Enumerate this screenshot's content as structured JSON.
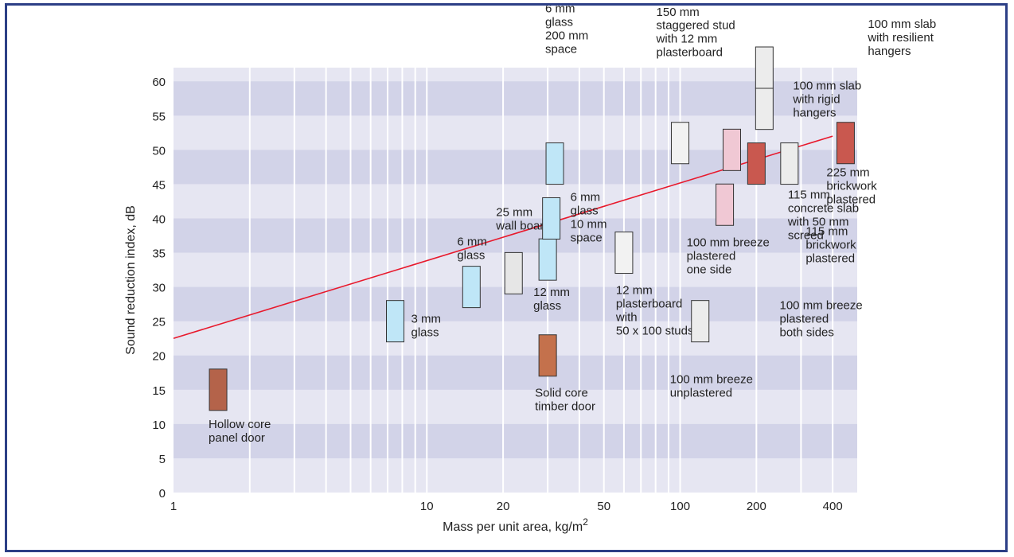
{
  "chart_data": {
    "type": "scatter",
    "xlabel": "Mass per unit area, kg/m",
    "xlabel_sup": "2",
    "ylabel": "Sound reduction index, dB",
    "xscale": "log",
    "xlim": [
      1,
      500
    ],
    "ylim": [
      0,
      62
    ],
    "x_ticks": [
      1,
      10,
      20,
      50,
      100,
      200,
      400
    ],
    "y_ticks": [
      0,
      5,
      10,
      15,
      20,
      25,
      30,
      35,
      40,
      45,
      50,
      55,
      60
    ],
    "grid": "banded",
    "trend_line": {
      "color": "#e8192c",
      "from": [
        1,
        22.5
      ],
      "to": [
        400,
        52
      ]
    },
    "points": [
      {
        "label": "Hollow core panel door",
        "lines": [
          "Hollow core",
          "panel door"
        ],
        "x": 1.5,
        "y": 15,
        "swatch": "#b4634a"
      },
      {
        "label": "3 mm glass",
        "lines": [
          "3 mm",
          "glass"
        ],
        "x": 7.5,
        "y": 25,
        "swatch": "#bfe6f7"
      },
      {
        "label": "6 mm glass",
        "lines": [
          "6 mm",
          "glass"
        ],
        "x": 15,
        "y": 30,
        "swatch": "#bfe6f7"
      },
      {
        "label": "25 mm wall board",
        "lines": [
          "25 mm",
          "wall board"
        ],
        "x": 22,
        "y": 32,
        "swatch": "#e6e6e6"
      },
      {
        "label": "12 mm glass",
        "lines": [
          "12 mm",
          "glass"
        ],
        "x": 30,
        "y": 34,
        "swatch": "#bfe6f7"
      },
      {
        "label": "6 mm glass 10 mm space",
        "lines": [
          "6 mm",
          "glass",
          "10 mm",
          "space"
        ],
        "x": 31,
        "y": 40,
        "swatch": "#bfe6f7"
      },
      {
        "label": "6 mm glass 200 mm space",
        "lines": [
          "6 mm",
          "glass",
          "200 mm",
          "space"
        ],
        "x": 32,
        "y": 48,
        "swatch": "#bfe6f7"
      },
      {
        "label": "Solid core timber door",
        "lines": [
          "Solid core",
          "timber door"
        ],
        "x": 30,
        "y": 20,
        "swatch": "#c4714c"
      },
      {
        "label": "12 mm plasterboard with 50 x 100 studs",
        "lines": [
          "12 mm",
          "plasterboard",
          "with",
          "50 x 100 studs"
        ],
        "x": 60,
        "y": 35,
        "swatch": "#f2f2f2"
      },
      {
        "label": "150 mm staggered stud with 12 mm plasterboard",
        "lines": [
          "150 mm",
          "staggered stud",
          "with 12 mm",
          "plasterboard"
        ],
        "x": 100,
        "y": 51,
        "swatch": "#f2f2f2"
      },
      {
        "label": "100 mm breeze unplastered",
        "lines": [
          "100 mm breeze",
          "unplastered"
        ],
        "x": 120,
        "y": 25,
        "swatch": "#ececec"
      },
      {
        "label": "100 mm breeze plastered one side",
        "lines": [
          "100 mm breeze",
          "plastered",
          "one side"
        ],
        "x": 150,
        "y": 42,
        "swatch": "#f0c8d4"
      },
      {
        "label": "100 mm breeze plastered both sides",
        "lines": [
          "100 mm breeze",
          "plastered",
          "both sides"
        ],
        "x": 160,
        "y": 50,
        "swatch": "#f0c8d4"
      },
      {
        "label": "115 mm brickwork plastered",
        "lines": [
          "115 mm",
          "brickwork",
          "plastered"
        ],
        "x": 200,
        "y": 48,
        "swatch": "#c9584f"
      },
      {
        "label": "115 mm concrete slab with 50 mm screed",
        "lines": [
          "115 mm",
          "concrete slab",
          "with 50 mm",
          "screed"
        ],
        "x": 270,
        "y": 48,
        "swatch": "#ececec"
      },
      {
        "label": "100 mm slab with rigid hangers",
        "lines": [
          "100 mm slab",
          "with rigid",
          "hangers"
        ],
        "x": 215,
        "y": 56,
        "swatch": "#ececec"
      },
      {
        "label": "100 mm slab with resilient hangers",
        "lines": [
          "100 mm slab",
          "with resilient",
          "hangers"
        ],
        "x": 215,
        "y": 62,
        "swatch": "#ececec"
      },
      {
        "label": "225 mm brickwork plastered",
        "lines": [
          "225 mm",
          "brickwork",
          "plastered"
        ],
        "x": 450,
        "y": 51,
        "swatch": "#c9584f"
      }
    ]
  }
}
